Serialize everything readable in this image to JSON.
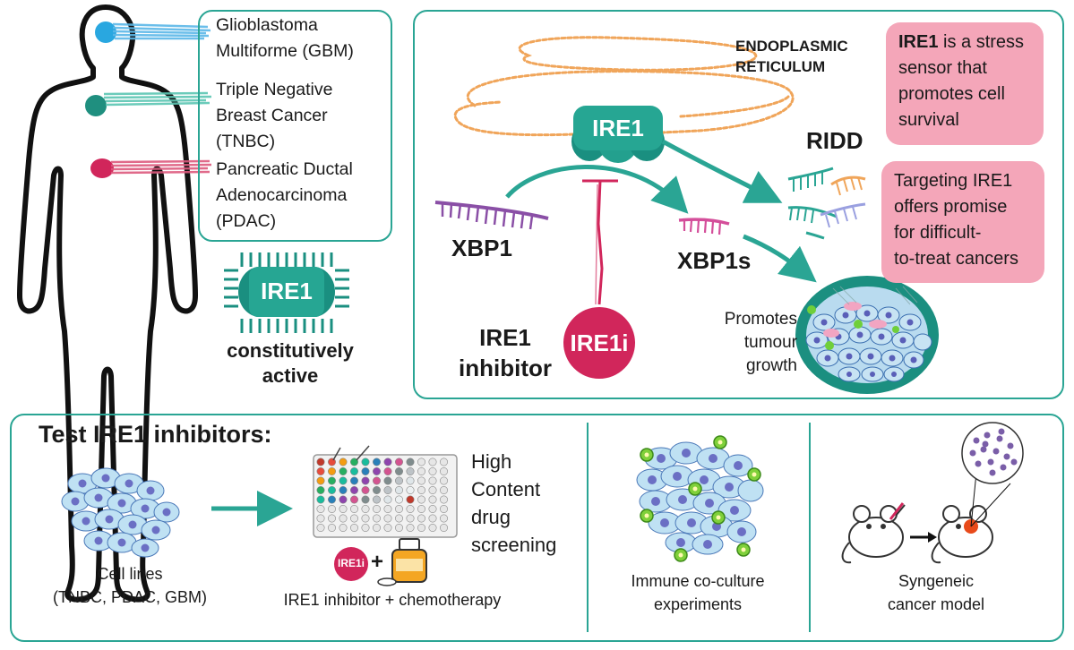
{
  "cancers": [
    {
      "lines": [
        "Glioblastoma",
        "Multiforme (GBM)"
      ],
      "color": "#29a7e0"
    },
    {
      "lines": [
        "Triple Negative",
        "Breast Cancer",
        "(TNBC)"
      ],
      "color": "#27a390"
    },
    {
      "lines": [
        "Pancreatic Ductal",
        "Adenocarcinoma",
        "(PDAC)"
      ],
      "color": "#d1265b"
    }
  ],
  "constitutive": {
    "badge": "IRE1",
    "line1": "constitutively",
    "line2": "active"
  },
  "mechanism": {
    "er_label_1": "ENDOPLASMIC",
    "er_label_2": "RETICULUM",
    "ire1": "IRE1",
    "ridd": "RIDD",
    "xbp1": "XBP1",
    "xbp1s": "XBP1s",
    "inhibitor_1": "IRE1",
    "inhibitor_2": "inhibitor",
    "ire1i": "IRE1i",
    "tumour_1": "Promotes",
    "tumour_2": "tumour",
    "tumour_3": "growth"
  },
  "callouts": {
    "first_bold": "IRE1",
    "first_rest_1": " is a stress",
    "first_rest_2": "sensor that",
    "first_rest_3": "promotes cell",
    "first_rest_4": "survival",
    "second_1": "Targeting IRE1",
    "second_2": "offers promise",
    "second_3": "for difficult-",
    "second_4": "to-treat cancers"
  },
  "testing": {
    "title": "Test IRE1 inhibitors:",
    "cell_lines_1": "Cell lines",
    "cell_lines_2": "(TNBC, PDAC, GBM)",
    "screen_1": "High",
    "screen_2": "Content",
    "screen_3": "drug",
    "screen_4": "screening",
    "small_ire1i": "IRE1i",
    "plus": "+",
    "combo": "IRE1 inhibitor + chemotherapy",
    "immune_1": "Immune co-culture",
    "immune_2": "experiments",
    "model_1": "Syngeneic",
    "model_2": "cancer model"
  },
  "colors": {
    "teal": "#2aa594",
    "teal_dark": "#1a7f73",
    "magenta": "#d1265b",
    "pink": "#f4a6b9",
    "orange": "#f0a55a",
    "purple": "#8a4fa6"
  }
}
